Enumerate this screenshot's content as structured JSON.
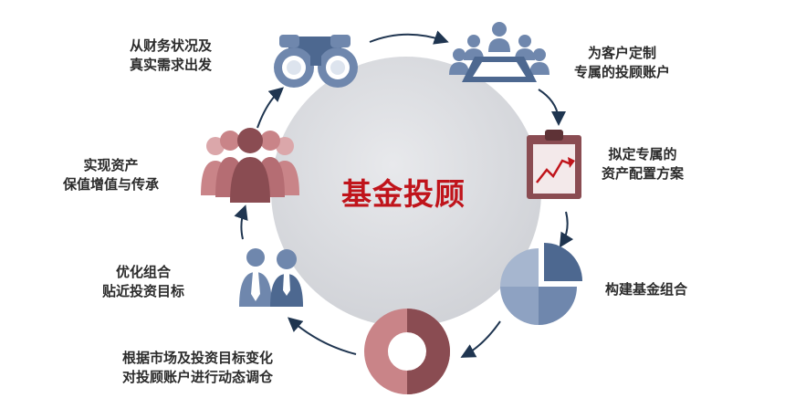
{
  "title": "基金投顾",
  "steps": [
    {
      "id": "start",
      "lines": [
        "从财务状况及",
        "真实需求出发"
      ],
      "icon": "binoculars-icon"
    },
    {
      "id": "account",
      "lines": [
        "为客户定制",
        "专属的投顾账户"
      ],
      "icon": "meeting-icon"
    },
    {
      "id": "plan",
      "lines": [
        "拟定专属的",
        "资产配置方案"
      ],
      "icon": "clipboard-chart-icon"
    },
    {
      "id": "portfolio",
      "lines": [
        "构建基金组合"
      ],
      "icon": "pie-chart-icon"
    },
    {
      "id": "rebalance",
      "lines": [
        "根据市场及投资目标变化",
        "对投顾账户进行动态调仓"
      ],
      "icon": "donut-chart-icon"
    },
    {
      "id": "optimize",
      "lines": [
        "优化组合",
        "贴近投资目标"
      ],
      "icon": "business-people-icon"
    },
    {
      "id": "preserve",
      "lines": [
        "实现资产",
        "保值增值与传承"
      ],
      "icon": "group-people-icon"
    }
  ],
  "colors": {
    "title": "#c0141b",
    "icon_blue": "#6f87ad",
    "icon_blue_dark": "#4d6890",
    "icon_red": "#c98488",
    "icon_red_dark": "#8a4c52",
    "center_circle": "#dcdde1",
    "arrow": "#1f3550"
  }
}
